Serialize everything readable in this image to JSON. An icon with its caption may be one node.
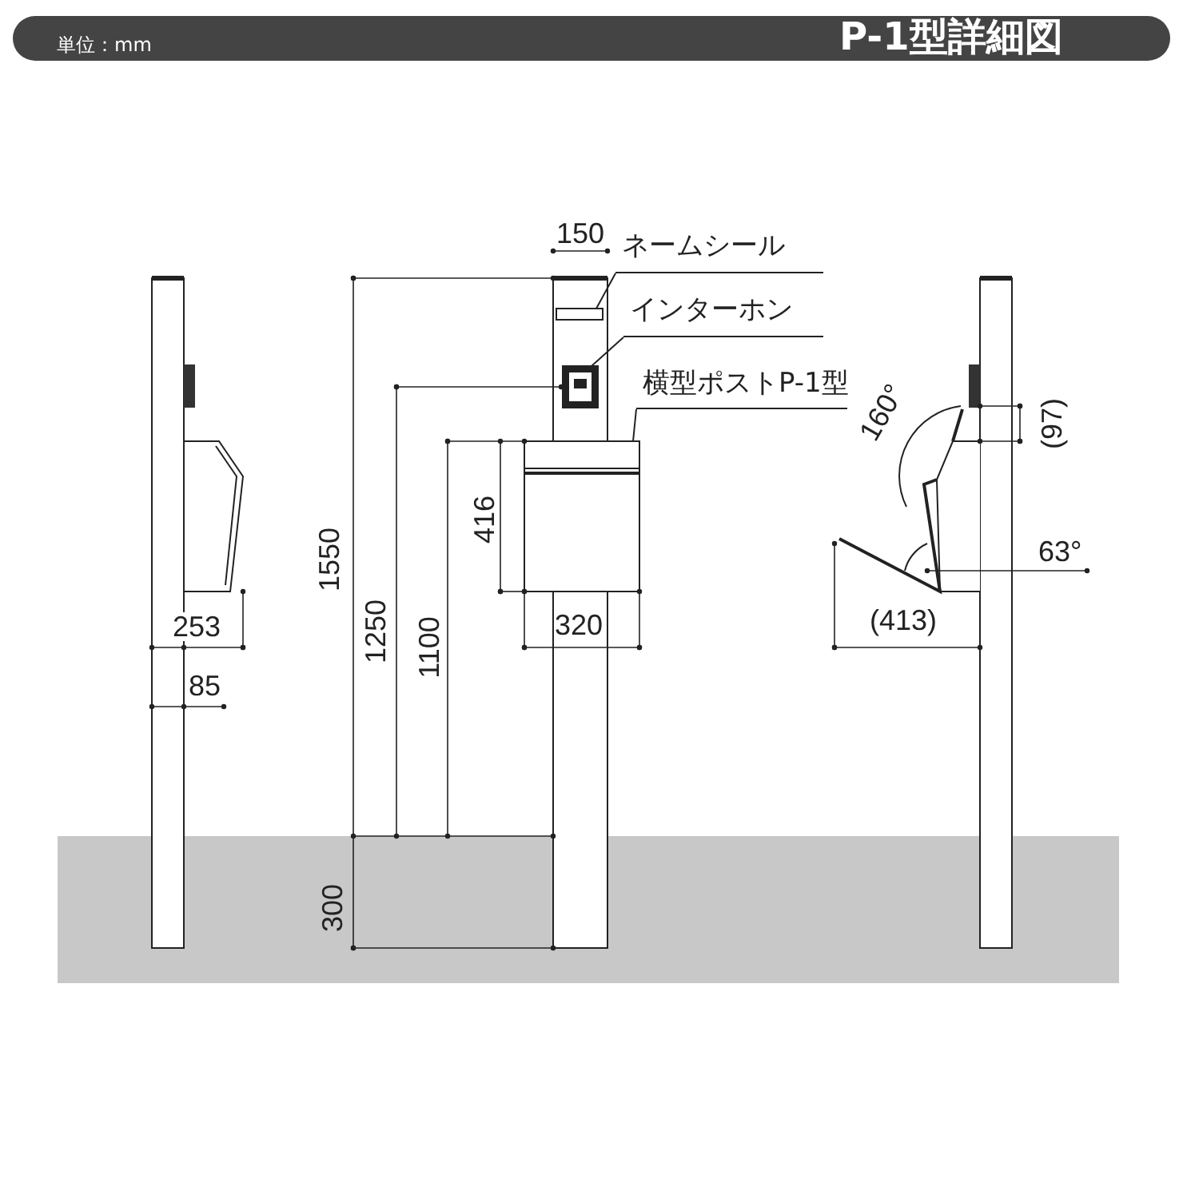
{
  "diagram": {
    "title": "P-1型詳細図",
    "nodes": [
      {
        "text": [
          "ネームシール"
        ]
      },
      {
        "text": [],
        "shape": "box"
      },
      {
        "text": [
          "インターホン"
        ]
      },
      {
        "text": [],
        "shape": "box"
      },
      {
        "text": [
          "横型ポストP-1型"
        ]
      },
      {
        "text": [],
        "shape": "box"
      }
    ],
    "edges": [
      {
        "from": 0,
        "to": 1,
        "arrow": "none"
      },
      {
        "from": 2,
        "to": 3,
        "arrow": "none"
      },
      {
        "from": 4,
        "to": 5,
        "arrow": "none"
      }
    ],
    "labels": [
      "単位：mm",
      "150",
      "160°",
      "(97)",
      "416",
      "1550",
      "63°",
      "1250",
      "1100",
      "253",
      "320",
      "(413)",
      "85",
      "300"
    ]
  }
}
